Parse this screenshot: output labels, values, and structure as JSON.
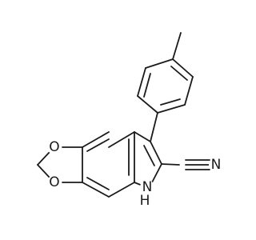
{
  "molecule": {
    "atoms": {
      "o_top": "O",
      "o_bottom": "O",
      "n": "N",
      "nh_h": "H",
      "nitrile_n": "N"
    }
  }
}
